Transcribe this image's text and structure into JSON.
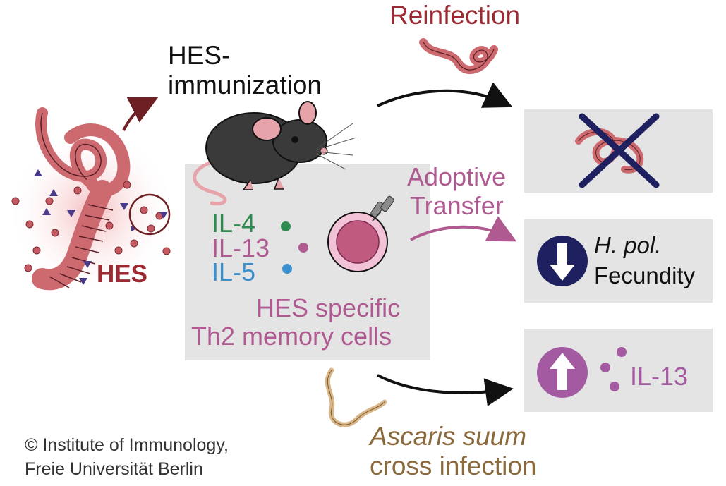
{
  "labels": {
    "hes": "HES",
    "immunization_line1": "HES-",
    "immunization_line2": "immunization",
    "reinfection": "Reinfection",
    "adoptive_line1": "Adoptive",
    "adoptive_line2": "Transfer",
    "il4": "IL-4",
    "il13": "IL-13",
    "il5": "IL-5",
    "memory_line1": "HES specific",
    "memory_line2": "Th2 memory cells",
    "hpol": "H. pol.",
    "fecundity": "Fecundity",
    "il13_out": "IL-13",
    "ascaris_line1": "Ascaris suum",
    "ascaris_line2": "cross infection",
    "copyright_line1": "© Institute of Immunology,",
    "copyright_line2": "Freie Universität Berlin"
  },
  "colors": {
    "hes_red": "#9c2a33",
    "worm_pink": "#cc6a70",
    "th2_pink": "#b05a92",
    "il4_green": "#2e8b4f",
    "il5_blue": "#3a8fcf",
    "navy": "#1f2060",
    "ascaris_brown": "#8a6a3c",
    "panel_gray": "#e4e4e4"
  }
}
